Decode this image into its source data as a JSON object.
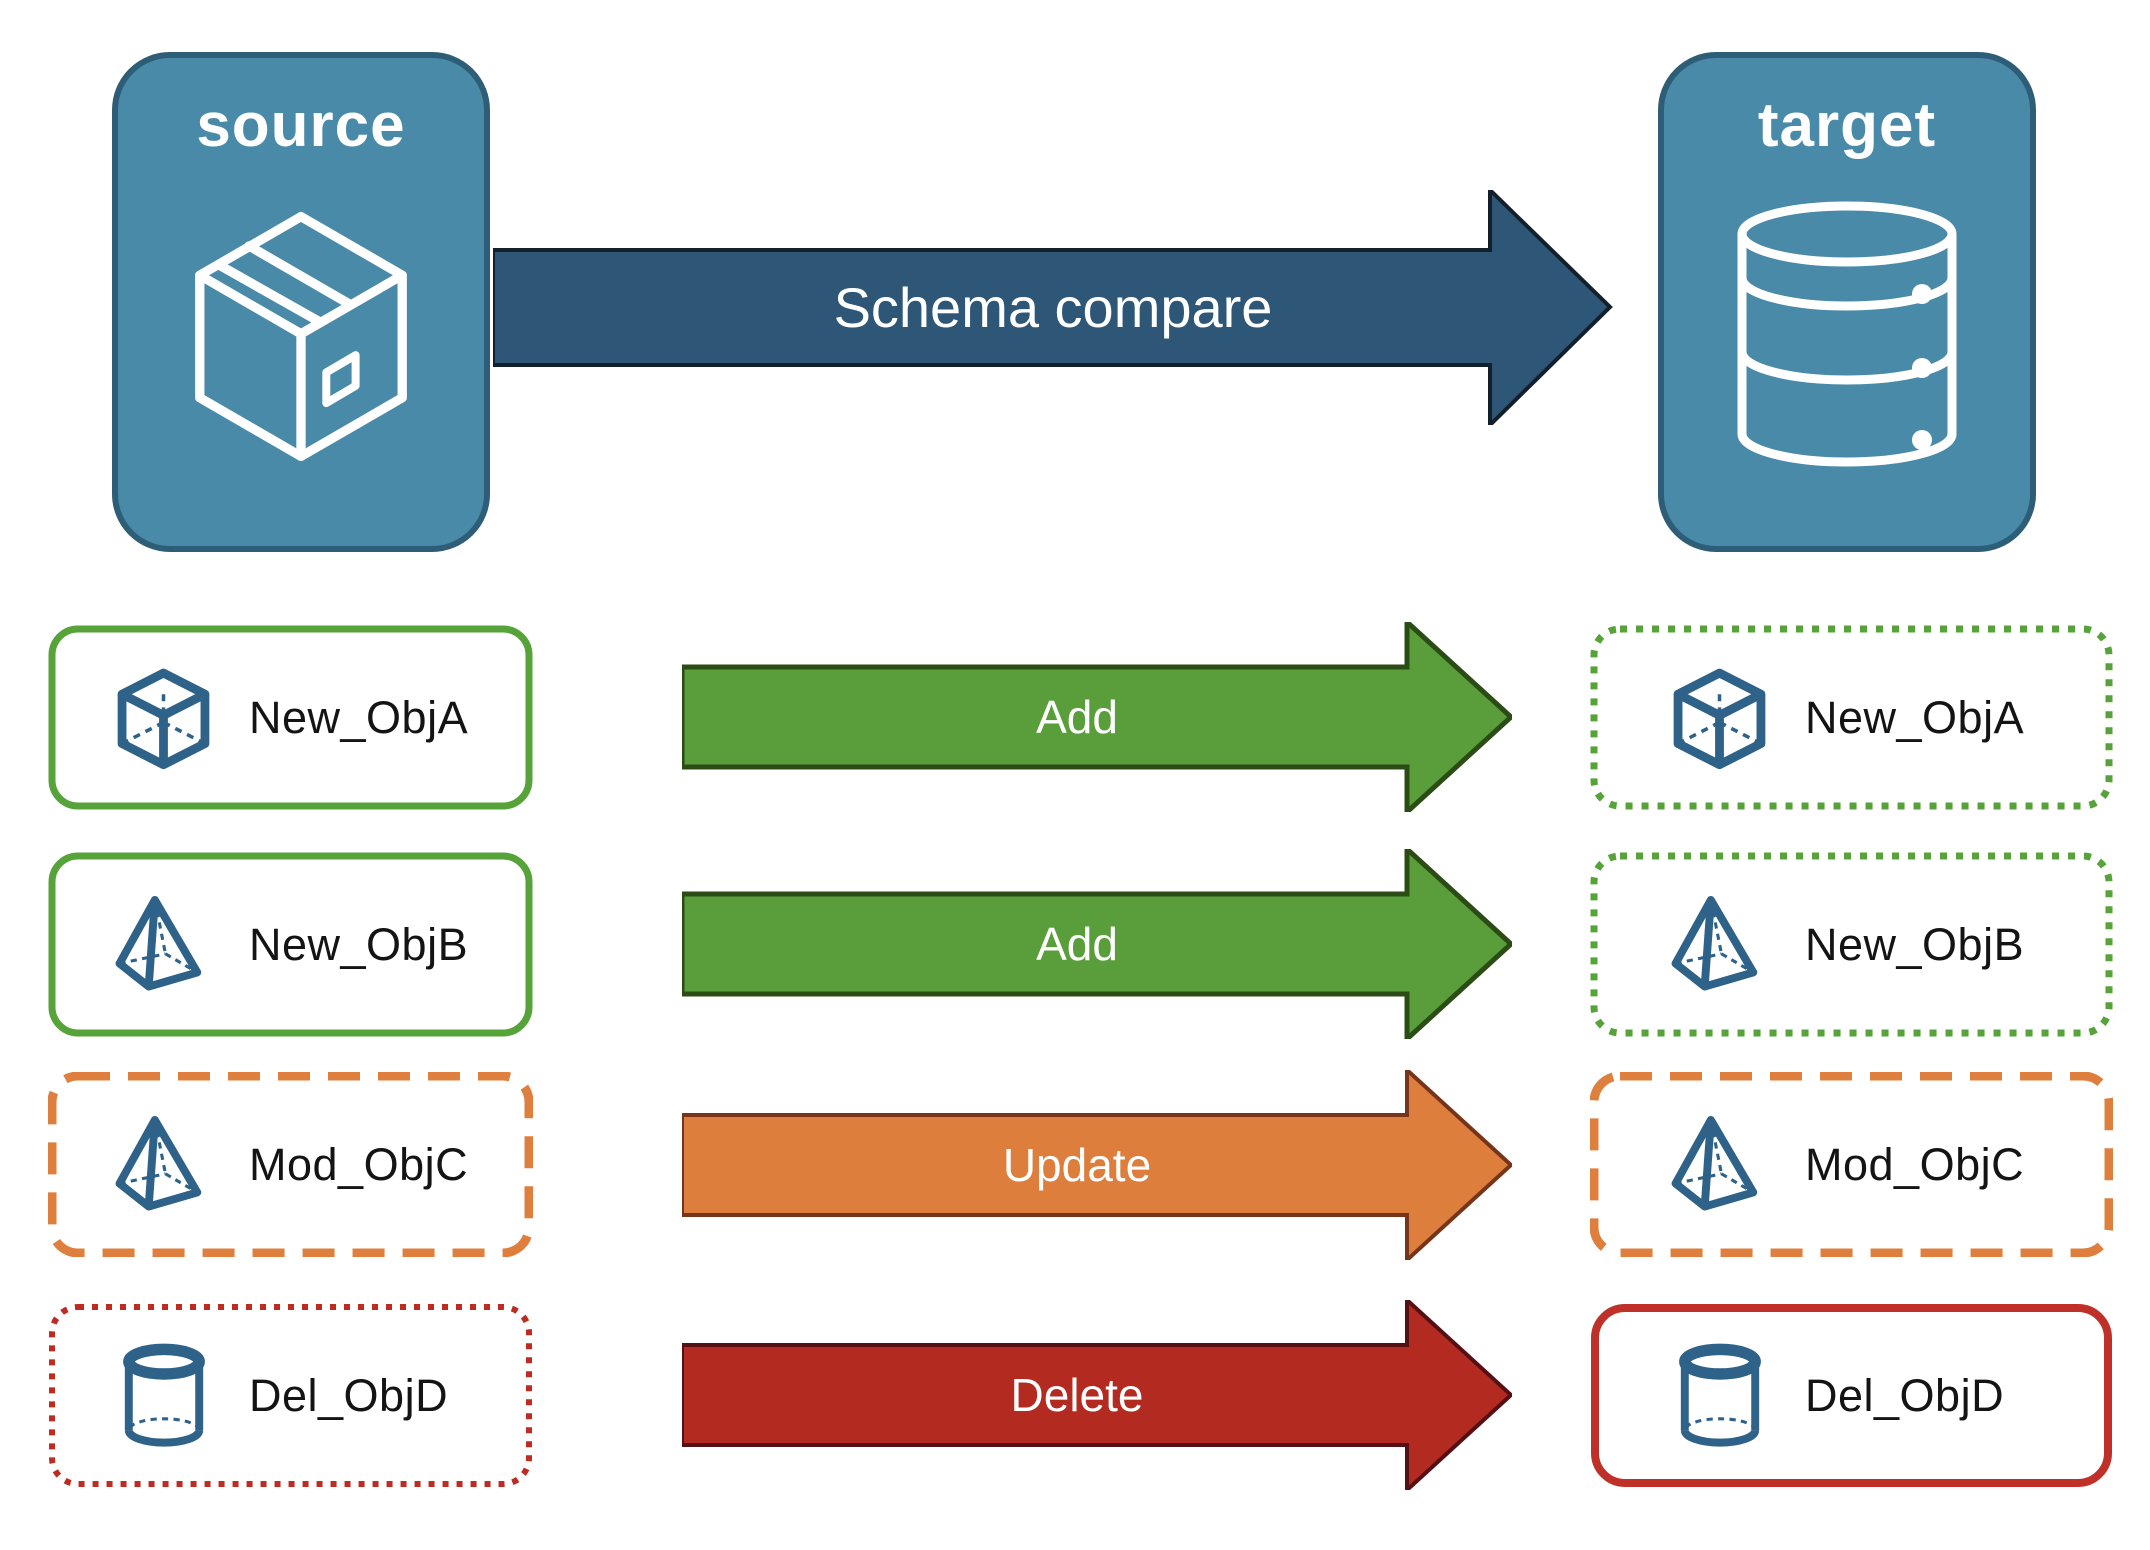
{
  "colors": {
    "node-fill": "#4A8AA9",
    "node-border": "#2E5E77",
    "compare-fill": "#2E5777",
    "compare-border": "#131F2B",
    "add-fill": "#5A9E3B",
    "add-border": "#2B4C15",
    "update-fill": "#DD7E3D",
    "update-border": "#76351A",
    "delete-fill": "#B32A21",
    "delete-border": "#551016",
    "green-outline": "#56A33A",
    "orange-outline": "#DF7F3E",
    "red-dot-outline": "#BE2B22",
    "red-solid-outline": "#BF3028",
    "obj-icon": "#2E6289",
    "label-text": "#141414"
  },
  "source_node": {
    "label": "source",
    "icon": "package-icon",
    "icon_ref": "#sym-package"
  },
  "target_node": {
    "label": "target",
    "icon": "database-icon",
    "icon_ref": "#sym-database"
  },
  "compare_arrow": {
    "label": "Schema compare"
  },
  "rows": [
    {
      "name": "New_ObjA",
      "action": "Add",
      "icon": "cube-icon",
      "icon_ref": "#sym-cube",
      "source_style": "solid-green",
      "target_style": "dotted-green"
    },
    {
      "name": "New_ObjB",
      "action": "Add",
      "icon": "pyramid-icon",
      "icon_ref": "#sym-pyramid",
      "source_style": "solid-green",
      "target_style": "dotted-green"
    },
    {
      "name": "Mod_ObjC",
      "action": "Update",
      "icon": "pyramid-icon",
      "icon_ref": "#sym-pyramid",
      "source_style": "dashed-orange",
      "target_style": "dashed-orange"
    },
    {
      "name": "Del_ObjD",
      "action": "Delete",
      "icon": "cylinder-icon",
      "icon_ref": "#sym-cylinder",
      "source_style": "dotted-red",
      "target_style": "solid-red"
    }
  ]
}
